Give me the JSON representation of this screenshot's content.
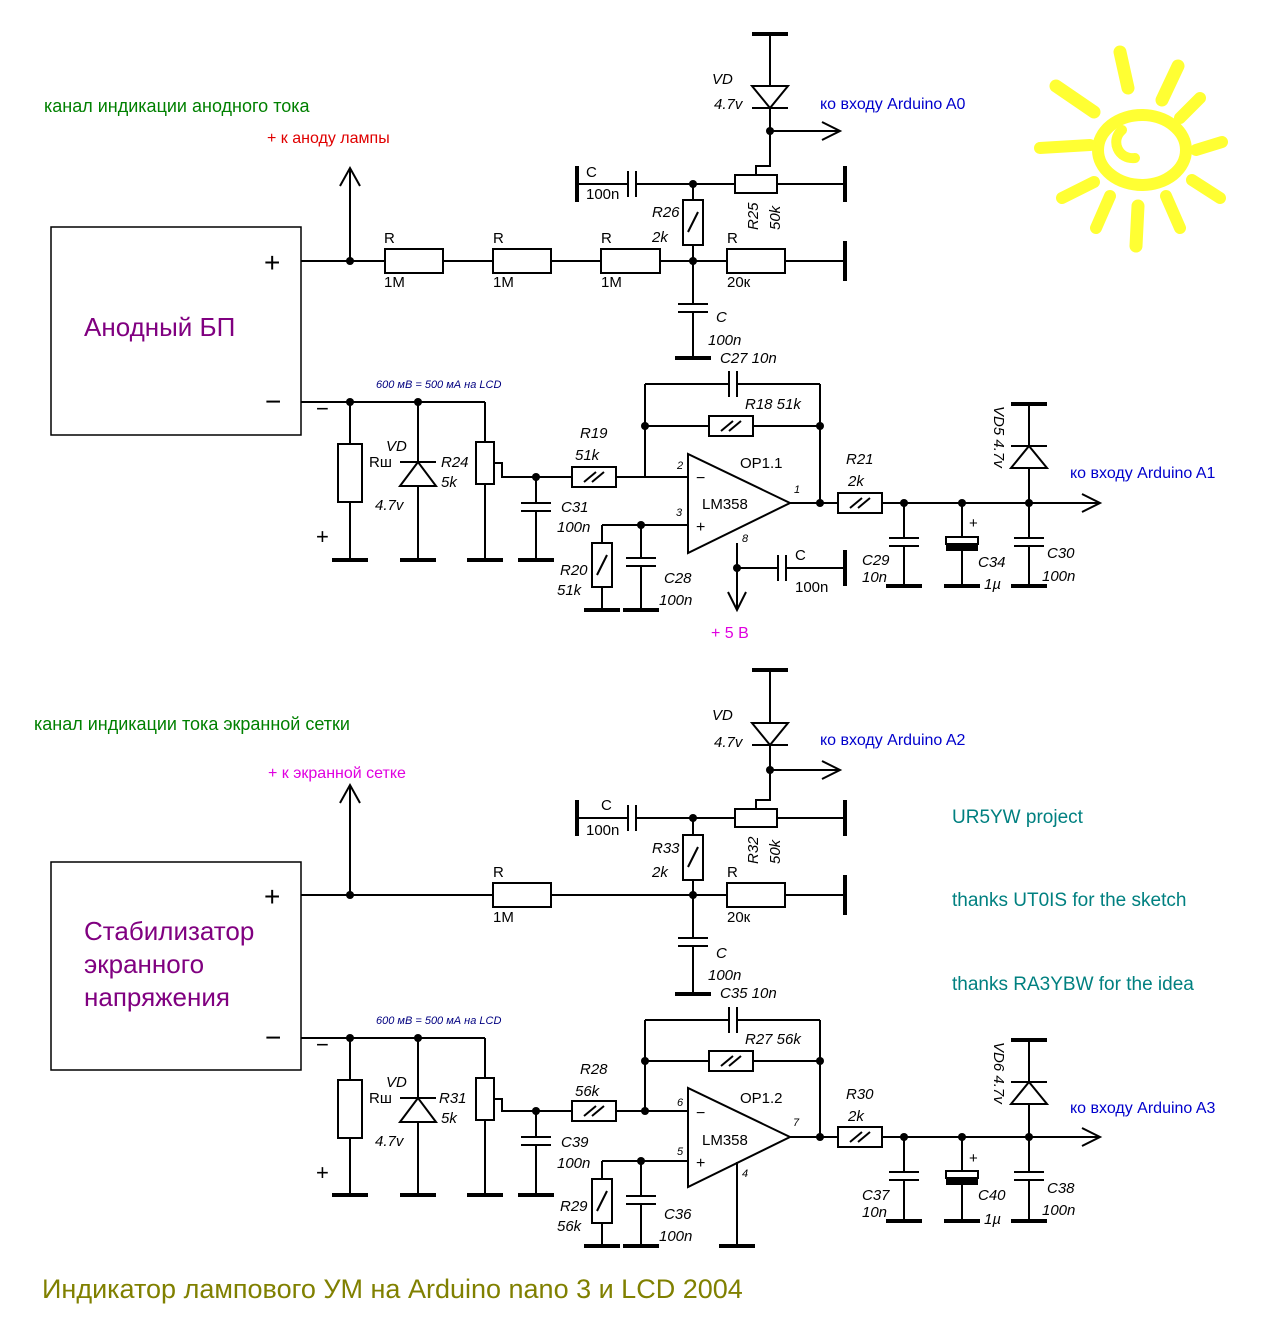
{
  "colors": {
    "green": "#008000",
    "red": "#e00000",
    "blue": "#0000cc",
    "magenta": "#e000e0",
    "purple": "#800080",
    "teal": "#008080",
    "olive": "#808000",
    "navy": "#000080",
    "sun": "#ffff33"
  },
  "icons": {
    "sun": "sun-icon"
  },
  "ch1": {
    "title": "канал индикации анодного тока",
    "anode_plus": "+ к аноду лампы",
    "psu": "Анодный БП",
    "plus": "+",
    "minus": "−",
    "shunt_minus": "−",
    "shunt_plus": "+",
    "note": "600 мВ = 500 мА на LCD",
    "vd_top_name": "VD",
    "vd_top_val": "4.7v",
    "arduino_top": "ко входу Arduino A0",
    "c_top_name": "C",
    "c_top_val": "100n",
    "r26_name": "R26",
    "r26_val": "2k",
    "r25_name": "R25",
    "r25_val": "50k",
    "r_1_name": "R",
    "r_1_val": "1M",
    "r_2_name": "R",
    "r_2_val": "1M",
    "r_3_name": "R",
    "r_3_val": "1M",
    "r_20k_name": "R",
    "r_20k_val": "20к",
    "c_mid_name": "C",
    "c_mid_val": "100n",
    "c27": "C27  10n",
    "r18": "R18 51k",
    "rsh": "Rш",
    "vd_name": "VD",
    "vd_val": "4.7v",
    "r24_name": "R24",
    "r24_val": "5k",
    "r19_name": "R19",
    "r19_val": "51k",
    "c31_name": "C31",
    "c31_val": "100n",
    "r20_name": "R20",
    "r20_val": "51k",
    "c28_name": "C28",
    "c28_val": "100n",
    "op_name": "OP1.1",
    "op_chip": "LM358",
    "pin_minus": "2",
    "pin_plus": "3",
    "pin_out": "1",
    "pin_pwr": "8",
    "op_minus": "−",
    "op_plus": "+",
    "c_pwr_name": "C",
    "c_pwr_val": "100n",
    "supply": "+ 5 В",
    "r21_name": "R21",
    "r21_val": "2k",
    "c29_name": "C29",
    "c29_val": "10n",
    "c34_name": "C34",
    "c34_val": "1µ",
    "c34_plus": "+",
    "c30_name": "C30",
    "c30_val": "100n",
    "vd5": "VD5 4.7v",
    "arduino_out": "ко входу Arduino A1"
  },
  "ch2": {
    "title": "канал индикации тока экранной сетки",
    "screen_plus": "+ к экранной сетке",
    "psu_line1": "Стабилизатор",
    "psu_line2": "экранного",
    "psu_line3": "напряжения",
    "plus": "+",
    "minus": "−",
    "shunt_minus": "−",
    "shunt_plus": "+",
    "note": "600 мВ = 500 мА на LCD",
    "vd_top_name": "VD",
    "vd_top_val": "4.7v",
    "arduino_top": "ко входу Arduino A2",
    "c_top_name": "C",
    "c_top_val": "100n",
    "r33_name": "R33",
    "r33_val": "2k",
    "r32_name": "R32",
    "r32_val": "50k",
    "r_1_name": "R",
    "r_1_val": "1M",
    "r_20k_name": "R",
    "r_20k_val": "20к",
    "c_mid_name": "C",
    "c_mid_val": "100n",
    "c35": "C35  10n",
    "r27": "R27 56k",
    "rsh": "Rш",
    "vd_name": "VD",
    "vd_val": "4.7v",
    "r31_name": "R31",
    "r31_val": "5k",
    "r28_name": "R28",
    "r28_val": "56k",
    "c39_name": "C39",
    "c39_val": "100n",
    "r29_name": "R29",
    "r29_val": "56k",
    "c36_name": "C36",
    "c36_val": "100n",
    "op_name": "OP1.2",
    "op_chip": "LM358",
    "pin_minus": "6",
    "pin_plus": "5",
    "pin_out": "7",
    "pin_pwr": "4",
    "op_minus": "−",
    "op_plus": "+",
    "r30_name": "R30",
    "r30_val": "2k",
    "c37_name": "C37",
    "c37_val": "10n",
    "c40_name": "C40",
    "c40_val": "1µ",
    "c40_plus": "+",
    "c38_name": "C38",
    "c38_val": "100n",
    "vd6": "VD6 4.7v",
    "arduino_out": "ко входу Arduino A3"
  },
  "credits": {
    "project": "UR5YW project",
    "sketch": "thanks UT0IS for the sketch",
    "idea": "thanks RA3YBW for the idea"
  },
  "footer": "Индикатор лампового УМ на Arduino nano 3 и LCD 2004"
}
